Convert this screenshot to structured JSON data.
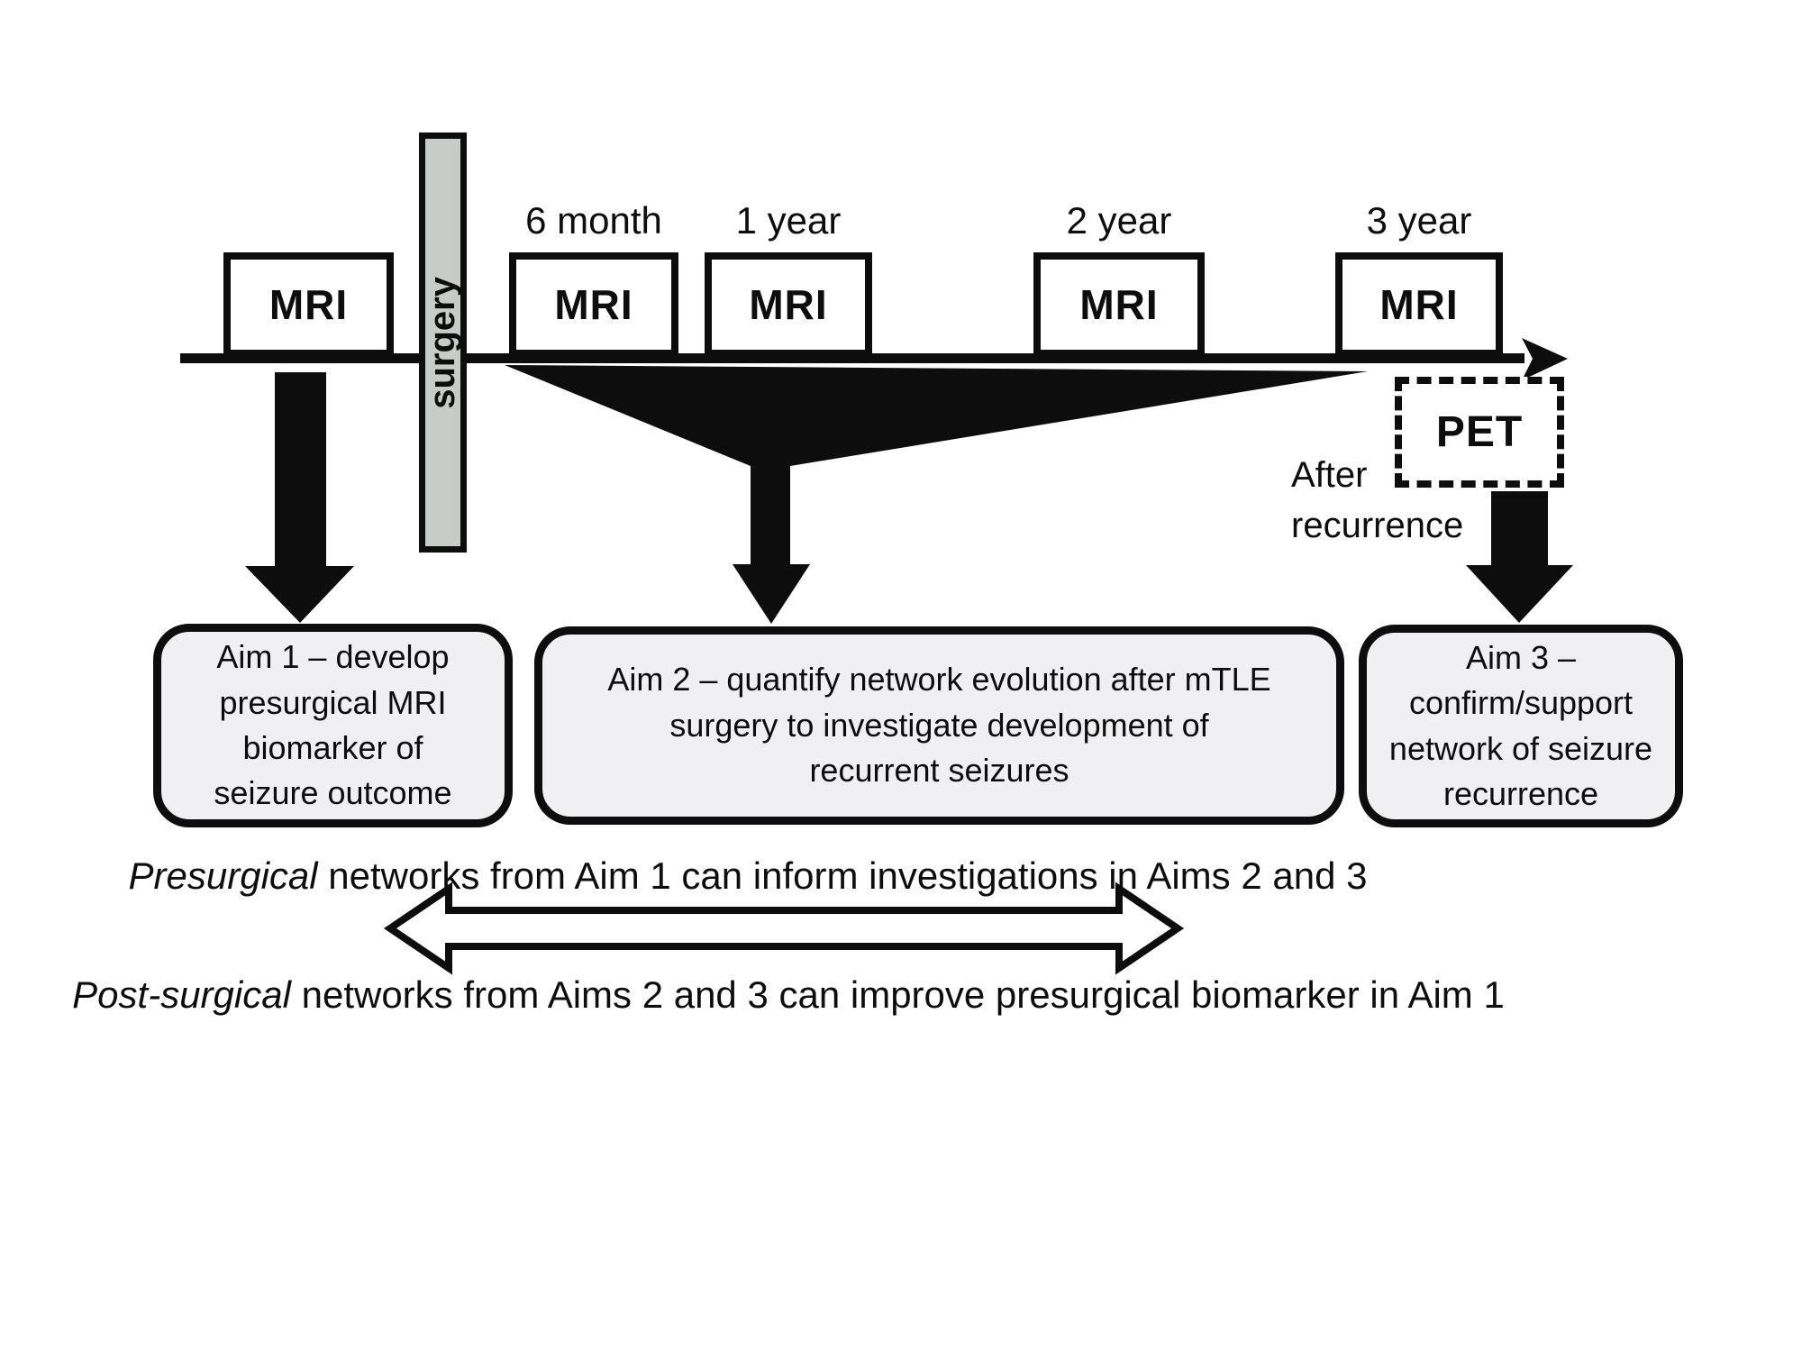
{
  "colors": {
    "ink": "#0d0d0d",
    "aim_box_fill": "#f0f0f3",
    "surgery_bar_fill": "#c7ccc8",
    "background": "#ffffff"
  },
  "timeline": {
    "scans": [
      {
        "box_label": "MRI"
      },
      {
        "box_label": "MRI",
        "time_label": "6 month"
      },
      {
        "box_label": "MRI",
        "time_label": "1 year"
      },
      {
        "box_label": "MRI",
        "time_label": "2 year"
      },
      {
        "box_label": "MRI",
        "time_label": "3 year"
      }
    ],
    "surgery_label": "surgery",
    "pet_label": "PET",
    "pet_note_lines": [
      "After",
      "recurrence"
    ]
  },
  "aims": {
    "aim1_lines": [
      "Aim 1 – develop",
      "presurgical MRI",
      "biomarker of",
      "seizure outcome"
    ],
    "aim2_lines": [
      "Aim 2 – quantify network evolution after mTLE",
      "surgery to investigate development of",
      "recurrent seizures"
    ],
    "aim3_lines": [
      "Aim 3 –",
      "confirm/support",
      "network of seizure",
      "recurrence"
    ]
  },
  "feedback": {
    "top_italic": "Presurgical",
    "top_rest": " networks from Aim 1 can inform investigations in Aims 2 and 3",
    "bottom_italic": "Post-surgical",
    "bottom_rest": " networks from Aims 2 and 3 can improve presurgical biomarker in Aim 1"
  }
}
